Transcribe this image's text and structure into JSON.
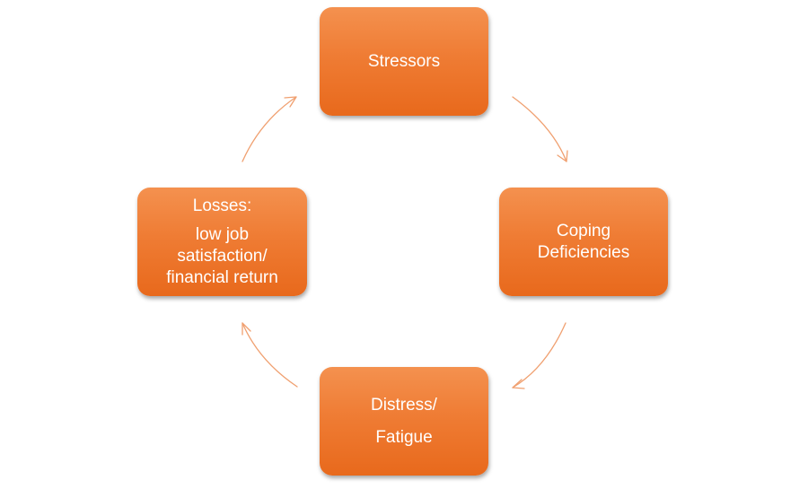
{
  "diagram": {
    "nodes": {
      "stressors": {
        "lines": [
          "Stressors"
        ]
      },
      "coping": {
        "lines": [
          "Coping",
          "Deficiencies"
        ]
      },
      "distress": {
        "lines": [
          "Distress/",
          "Fatigue"
        ]
      },
      "losses": {
        "lines": [
          "Losses:",
          "low job",
          "satisfaction/",
          "financial return"
        ]
      }
    },
    "arrow_order": [
      "stressors",
      "coping",
      "distress",
      "losses",
      "stressors"
    ]
  },
  "colors": {
    "node_fill": "#ef7c34",
    "node_text": "#ffffff",
    "arrow": "#f0a070",
    "background": "#ffffff"
  }
}
